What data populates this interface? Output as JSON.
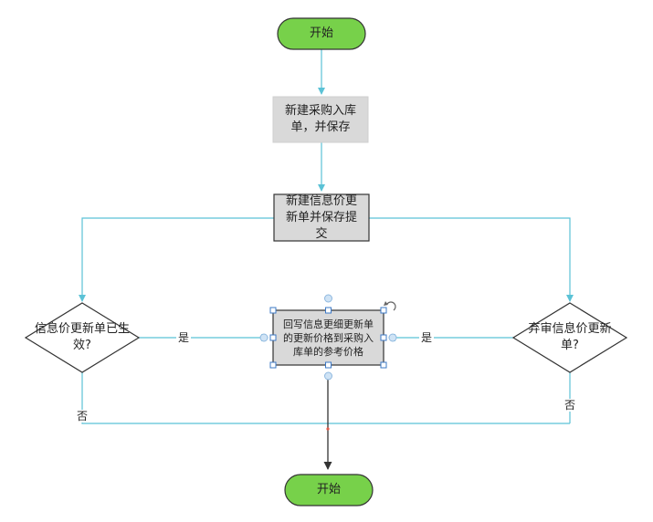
{
  "diagram": {
    "nodes": {
      "start_top": {
        "label": "开始",
        "shape": "terminator",
        "fill": "#77d14a"
      },
      "create_purchase": {
        "label": "新建采购入库\n单，并保存",
        "shape": "process",
        "fill": "#d9d9d9"
      },
      "create_price_update": {
        "label": "新建信息价更\n新单并保存提\n交",
        "shape": "process",
        "fill": "#d9d9d9"
      },
      "decision_effective": {
        "label": "信息价更新单已生\n效?",
        "shape": "decision"
      },
      "write_back": {
        "label": "回写信息更细更新单\n的更新价格到采购入\n库单的参考价格",
        "shape": "process",
        "fill": "#d9d9d9",
        "selected": true
      },
      "decision_abandon": {
        "label": "弃审信息价更新\n单?",
        "shape": "decision"
      },
      "start_bottom": {
        "label": "开始",
        "shape": "terminator",
        "fill": "#77d14a"
      }
    },
    "edges": {
      "yes_left": "是",
      "yes_right": "是",
      "no_left": "否",
      "no_right": "否"
    },
    "colors": {
      "connector": "#5bc2d6",
      "selected_connector": "#333333",
      "terminator_stroke": "#333333",
      "process_stroke": "#333333",
      "selection_handle": "#3b78c6"
    }
  }
}
